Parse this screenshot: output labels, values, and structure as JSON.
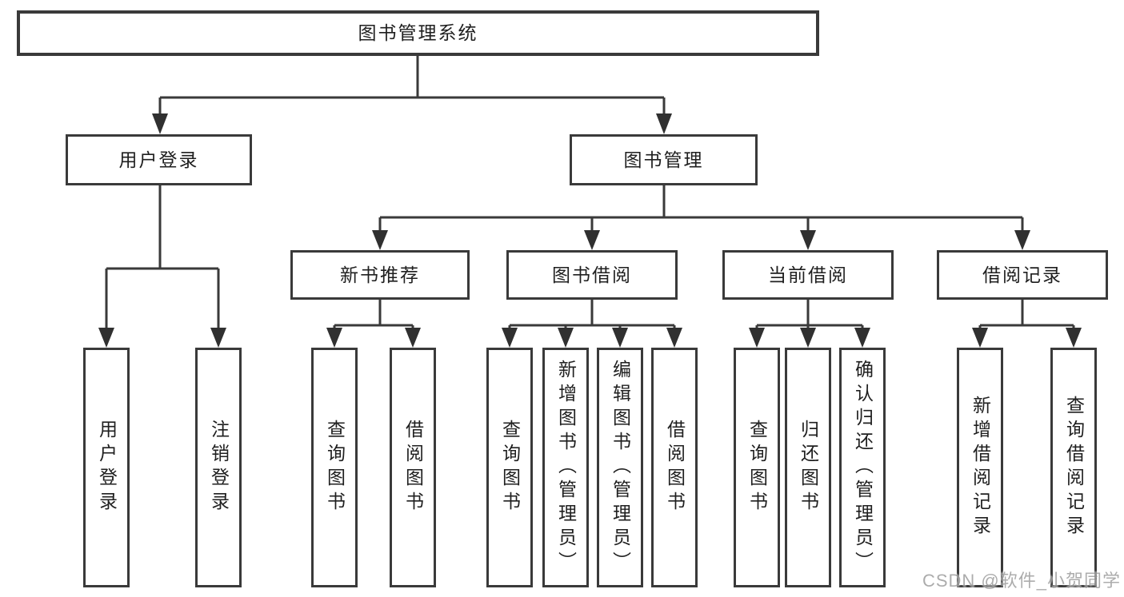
{
  "diagram": {
    "root": {
      "label": "图书管理系统"
    },
    "user_login": {
      "label": "用户登录",
      "children": {
        "login": "用户登录",
        "logout": "注销登录"
      }
    },
    "book_management": {
      "label": "图书管理",
      "sections": {
        "new_book": {
          "label": "新书推荐",
          "children": {
            "query": "查询图书",
            "borrow": "借阅图书"
          }
        },
        "borrowing": {
          "label": "图书借阅",
          "children": {
            "query": "查询图书",
            "add": "新增图书（管理员）",
            "edit": "编辑图书（管理员）",
            "borrow": "借阅图书"
          }
        },
        "current": {
          "label": "当前借阅",
          "children": {
            "query": "查询图书",
            "return": "归还图书",
            "confirm": "确认归还（管理员）"
          }
        },
        "records": {
          "label": "借阅记录",
          "children": {
            "add": "新增借阅记录",
            "query": "查询借阅记录"
          }
        }
      }
    }
  },
  "colors": {
    "line": "#3a3a3a",
    "text": "#1f1f1f",
    "watermark": "#9e9e9e"
  },
  "watermark": {
    "text": "CSDN @软件_小贺同学"
  }
}
